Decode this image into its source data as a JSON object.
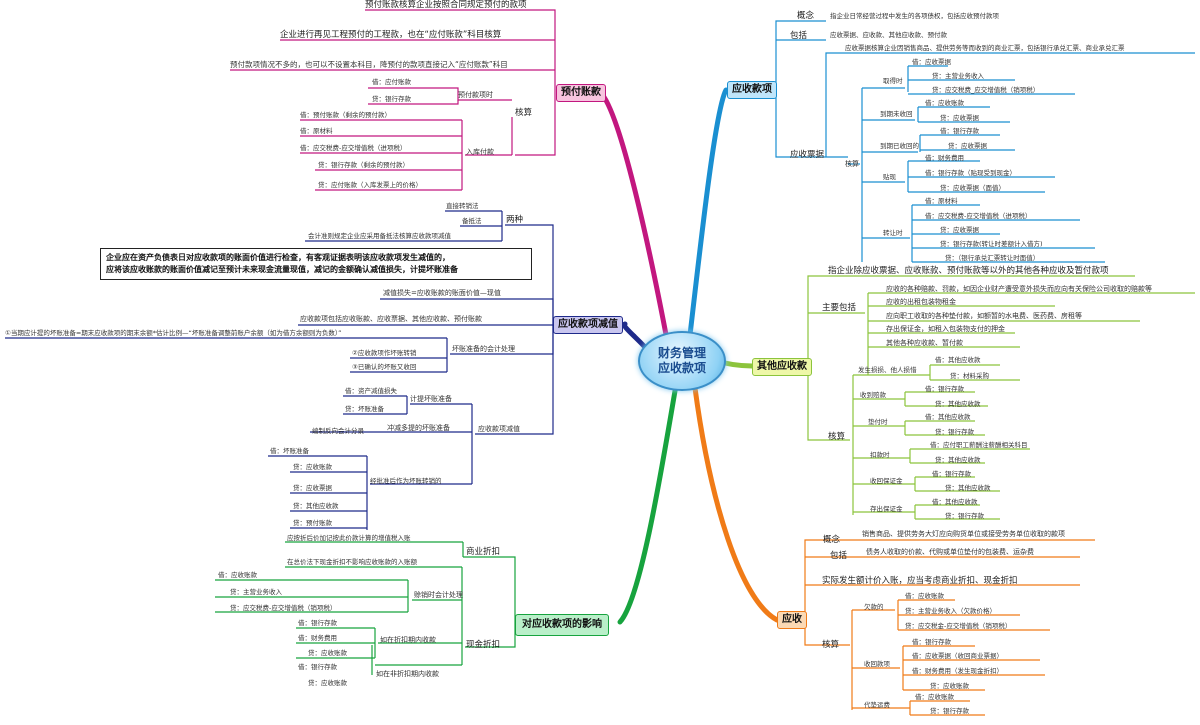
{
  "center": {
    "line1": "财务管理",
    "line2": "应收款项"
  },
  "prepay": {
    "title": "预付账款",
    "n1": "预付账款核算企业按照合同规定预付的款项",
    "n2": "企业进行再见工程预付的工程款，也在“应付账款”科目核算",
    "n3": "预付款项情况不多的，也可以不设置本科目，降预付的款项直接记入“应付账款”科目",
    "hesuan": "核算",
    "yfsk": "预付款项时",
    "rkfk": "入库付款",
    "d1": "借：应付账款",
    "d2": "贷：银行存款",
    "d3": "借：预付账款（剩余的预付款）",
    "d4": "借：原材料",
    "d5": "借：应交税费-应交增值税（进项税）",
    "d6": "贷：银行存款（剩余的预付款）",
    "d7": "贷：应付账款（入库发票上的价格）"
  },
  "impair": {
    "title": "应收款项减值",
    "liangzhong": "两种",
    "zj": "直接转销法",
    "bb": "备抵法",
    "kj": "会计准则规定企业应采用备抵法核算应收款项减值",
    "note1": "企业应在资产负债表日对应收款项的账面价值进行检查，有客观证据表明该应收款项发生减值的，",
    "note2": "应将该应收账款的账面价值减记至预计未来现金流量现值，减记的金额确认减值损失，计提坏账准备",
    "jzss": "减值损失=应收账款的账面价值—现值",
    "bk": "应收款项包括应收账款、应收票据、其他应收款、预付账款",
    "formula": "①当期应计提的坏账准备=期末应收款项的期末余额*估计比例—“坏账准备调整前账户余额（如为借方余额则为负数）”",
    "hzcl": "坏账准备的会计处理",
    "c2": "②应收款项作坏账转销",
    "c3": "③已确认的坏账又收回",
    "ykjz": "应收款项减值",
    "jt": "计提坏账准备",
    "jtd1": "借：资产减值损失",
    "jtd2": "贷：坏账准备",
    "cj": "冲减多提的坏账准备",
    "cjd": "编制反向会计分录",
    "zx": "经批准后作为坏账转销的",
    "zd1": "借：坏账准备",
    "zd2": "贷：应收账款",
    "zd3": "贷：应收票据",
    "zd4": "贷：其他应收款",
    "zd5": "贷：预付账款"
  },
  "effect": {
    "title": "对应收款项的影响",
    "syzk": "商业折扣",
    "syd": "应按折后价加记按此价款计算的增值税入账",
    "xjzk": "现金折扣",
    "xjd": "在总价法下现金折扣不影响应收账款的入账额",
    "xs": "赊销时会计处理",
    "xs1": "借：应收账款",
    "xs2": "贷：主营业务收入",
    "xs3": "贷：应交税费-应交增值税（销项税）",
    "rzk": "如在折扣期内收款",
    "rz1": "借：银行存款",
    "rz2": "借：财务费用",
    "rz3": "贷：应收账款",
    "fzk": "如在非折扣期内收款",
    "fz1": "借：银行存款",
    "fz2": "贷：应收账款"
  },
  "receivable": {
    "title": "应收款项",
    "gn": "概念",
    "gnd": "指企业日常经营过程中发生的各项债权，包括应收预付款项",
    "bk": "包括",
    "bkd": "应收票据、应收款、其他应收款、预付款",
    "yspj": "应收票据",
    "ypd": "应收票据核算企业因销售商品、提供劳务等而收到的商业汇票，包括银行承兑汇票、商业承兑汇票",
    "hs": "核算",
    "qd": "取得时",
    "q1": "借：应收票据",
    "q2": "贷：主营业务收入",
    "q3": "贷：应交税费_应交增值税（销项税）",
    "dq": "到期未收回",
    "dq1": "借：应收账款",
    "dq2": "贷：应收票据",
    "dy": "到期已收回的",
    "dy1": "借：银行存款",
    "dy2": "贷：应收票据",
    "tx": "贴现",
    "tx1": "借：财务费用",
    "tx2": "借：银行存款（贴现受到现金）",
    "tx3": "贷：应收票据（面值）",
    "zr": "转让时",
    "zr1": "借：原材料",
    "zr2": "借：应交税费-应交增值税（进项税）",
    "zr3": "贷：应收票据",
    "zr4": "贷：银行存款(转让时差额计入借方)",
    "zr5": "贷：（银行承兑汇票转让时面值）"
  },
  "other": {
    "title": "其他应收款",
    "hdr": "指企业除应收票据、应收账款、预付账款等以外的其他各种应收及暂付款项",
    "zy": "主要包括",
    "z1": "应收的各种赔款、罚款，如因企业财产遭受意外损失而应向有关保险公司收取的赔款等",
    "z2": "应收的出租包装物租金",
    "z3": "应向职工收取的各种垫付款，如额暂的水电费、医药费、房租等",
    "z4": "存出保证金，如租入包装物支付的押金",
    "z5": "其他各种应收款、暂付款",
    "hs": "核算",
    "fs": "发生损损、他人损惜",
    "fs1": "借：其他应收款",
    "fs2": "贷：材料采购",
    "sd": "收到赔款",
    "sd1": "借：银行存款",
    "sd2": "贷：其他应收款",
    "df": "垫付时",
    "df1": "借：其他应收款",
    "df2": "贷：银行存款",
    "kk": "扣款时",
    "kk1": "借：应付职工薪酬注薪酬相关科目",
    "kk2": "贷：其他应收款",
    "sh": "收回保证金",
    "sh1": "借：银行存款",
    "sh2": "贷：其他应收款",
    "cc": "存出保证金",
    "cc1": "借：其他应收款",
    "cc2": "贷：银行存款"
  },
  "ar": {
    "title": "应收",
    "gn": "概念",
    "gnd": "销售商品、提供劳务大灯应向购货单位或接受劳务单位收取的款项",
    "bk": "包括",
    "bkd": "债务人收取的价款、代购或单位垫付的包装费、运杂费",
    "sj": "实际发生额计价入账，应当考虑商业折扣、现金折扣",
    "hs": "核算",
    "qk": "欠款的",
    "qk1": "借：应收账款",
    "qk2": "贷：主营业务收入（欠款价格）",
    "qk3": "贷：应交税金-应交增值税（销项税）",
    "sh": "收回款项",
    "sh1": "借：银行存款",
    "sh2": "借：应收票据（收回商业票据）",
    "sh3": "借：财务费用（发生现金折扣）",
    "sh4": "贷：应收账款",
    "dd": "代垫运费",
    "dd1": "借：应收账款",
    "dd2": "贷：银行存款"
  },
  "colors": {
    "prepay": "#c2177f",
    "impair": "#1e2a8a",
    "effect": "#17a33e",
    "receivable": "#1a8fd1",
    "other": "#8cc43c",
    "ar": "#f07b17"
  }
}
